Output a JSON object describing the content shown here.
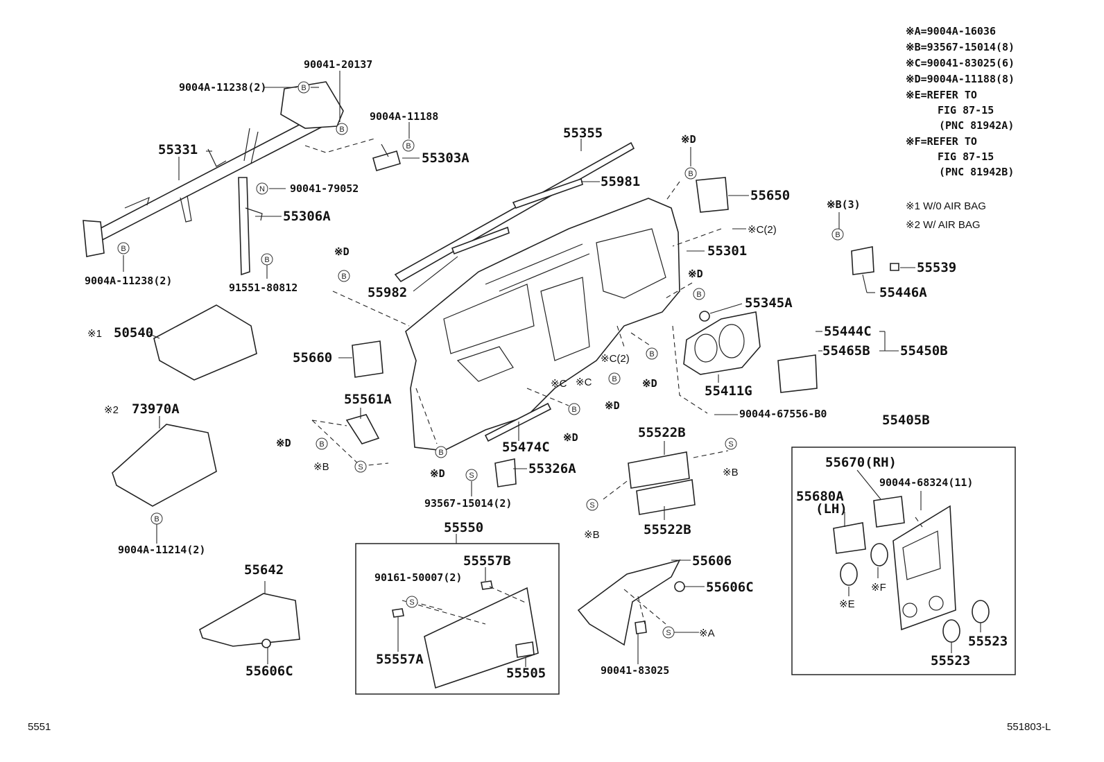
{
  "legend": {
    "lines": [
      "※A=9004A-16036",
      "※B=93567-15014(8)",
      "※C=90041-83025(6)",
      "※D=9004A-11188(8)",
      "※E=REFER TO",
      "FIG 87-15",
      "(PNC 81942A)",
      "※F=REFER TO",
      "FIG 87-15",
      "(PNC 81942B)"
    ],
    "variants": [
      "※1  W/0 AIR BAG",
      "※2  W/ AIR BAG"
    ]
  },
  "callouts": {
    "p90041_20137": "90041-20137",
    "p9004A_11238_2_top": "9004A-11238(2)",
    "p9004A_11188": "9004A-11188",
    "p55331": "55331",
    "p55303A": "55303A",
    "p90041_79052": "90041-79052",
    "p55306A": "55306A",
    "p9004A_11238_2_bot": "9004A-11238(2)",
    "p91551_80812": "91551-80812",
    "p55355": "55355",
    "p55981": "55981",
    "p55982": "55982",
    "pD_top": "※D",
    "p55650": "55650",
    "pC2_top": "※C(2)",
    "p55301": "55301",
    "pD_mid": "※D",
    "pD_left": "※D",
    "pB3": "※B(3)",
    "p55539": "55539",
    "p55446A": "55446A",
    "pV1": "※1",
    "p50540": "50540",
    "p55345A": "55345A",
    "p55444C": "55444C",
    "p55465B": "55465B",
    "p55450B": "55450B",
    "p55660": "55660",
    "pC2_mid": "※C(2)",
    "pC_a": "※C",
    "pC_b": "※C",
    "pD_c1": "※D",
    "pD_c2": "※D",
    "p55411G": "55411G",
    "p55561A": "55561A",
    "pV2": "※2",
    "p73970A": "73970A",
    "p90044_67556": "90044-67556-B0",
    "p55405B": "55405B",
    "pD_d1": "※D",
    "pB_d1": "※B",
    "p55474C": "55474C",
    "pD_d2": "※D",
    "p55522B_top": "55522B",
    "pB_e1": "※B",
    "pD_e1": "※D",
    "p55326A": "55326A",
    "p93567_15014_2": "93567-15014(2)",
    "p9004A_11214_2": "9004A-11214(2)",
    "p55670": "55670(RH)",
    "p90044_68324": "90044-68324(11)",
    "p55680A": "55680A",
    "p55680A_lh": "(LH)",
    "pB_f1": "※B",
    "p55522B_bot": "55522B",
    "p55550": "55550",
    "p55557B": "55557B",
    "p90161_50007": "90161-50007(2)",
    "p55642": "55642",
    "p55606": "55606",
    "p55606C_r": "55606C",
    "pE": "※E",
    "pF": "※F",
    "p55523_a": "55523",
    "p55523_b": "55523",
    "pA": "※A",
    "p55557A": "55557A",
    "p55505": "55505",
    "p55606C_l": "55606C",
    "p90041_83025": "90041-83025"
  },
  "markers": {
    "b": "B",
    "n": "N",
    "s": "S"
  },
  "footer": {
    "left": "5551",
    "right": "551803-L"
  }
}
